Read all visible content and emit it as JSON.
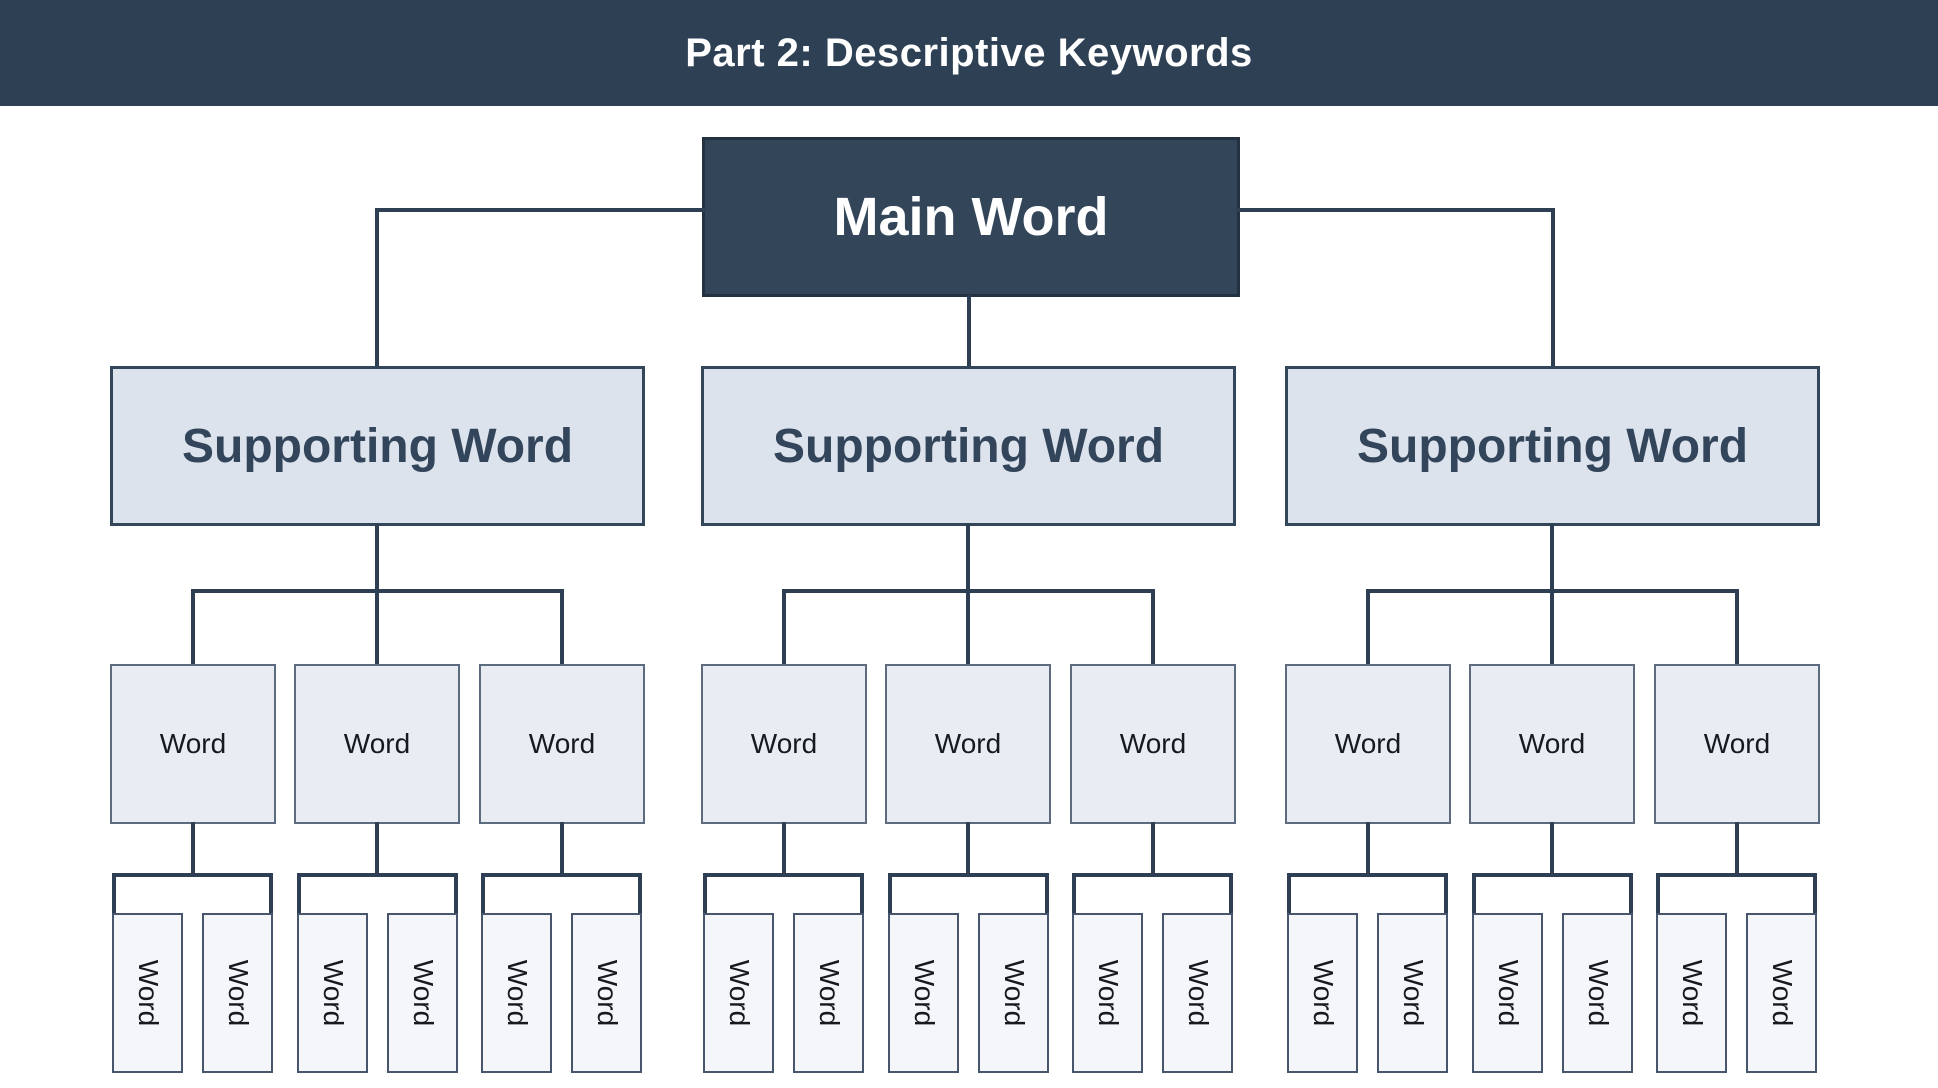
{
  "header": {
    "title": "Part 2: Descriptive Keywords"
  },
  "tree": {
    "root": {
      "label": "Main Word"
    },
    "groups": [
      {
        "label": "Supporting Word",
        "words": [
          {
            "label": "Word",
            "subwords": [
              "Word",
              "Word"
            ]
          },
          {
            "label": "Word",
            "subwords": [
              "Word",
              "Word"
            ]
          },
          {
            "label": "Word",
            "subwords": [
              "Word",
              "Word"
            ]
          }
        ]
      },
      {
        "label": "Supporting Word",
        "words": [
          {
            "label": "Word",
            "subwords": [
              "Word",
              "Word"
            ]
          },
          {
            "label": "Word",
            "subwords": [
              "Word",
              "Word"
            ]
          },
          {
            "label": "Word",
            "subwords": [
              "Word",
              "Word"
            ]
          }
        ]
      },
      {
        "label": "Supporting Word",
        "words": [
          {
            "label": "Word",
            "subwords": [
              "Word",
              "Word"
            ]
          },
          {
            "label": "Word",
            "subwords": [
              "Word",
              "Word"
            ]
          },
          {
            "label": "Word",
            "subwords": [
              "Word",
              "Word"
            ]
          }
        ]
      }
    ]
  },
  "colors": {
    "header_bg": "#2e4154",
    "root_box_bg": "#334659",
    "root_text": "#ffffff",
    "supporting_box_bg": "#dde3ed",
    "supporting_text": "#32455b",
    "word_box_bg": "#e9edf3",
    "subword_box_bg": "#f4f6fa",
    "connector": "#2e3f53"
  }
}
